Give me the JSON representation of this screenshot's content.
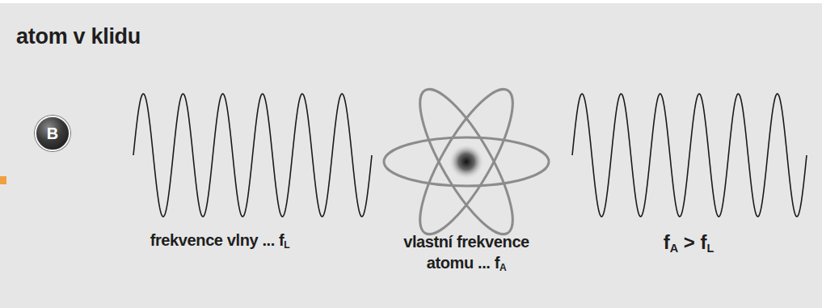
{
  "diagram": {
    "title": "atom v klidu",
    "nodes": [
      {
        "text": [
          "B"
        ]
      }
    ],
    "labels": [
      "frekvence vlny ... fL",
      "vlastní frekvence atomu ... fA",
      "fA > fL"
    ]
  }
}
